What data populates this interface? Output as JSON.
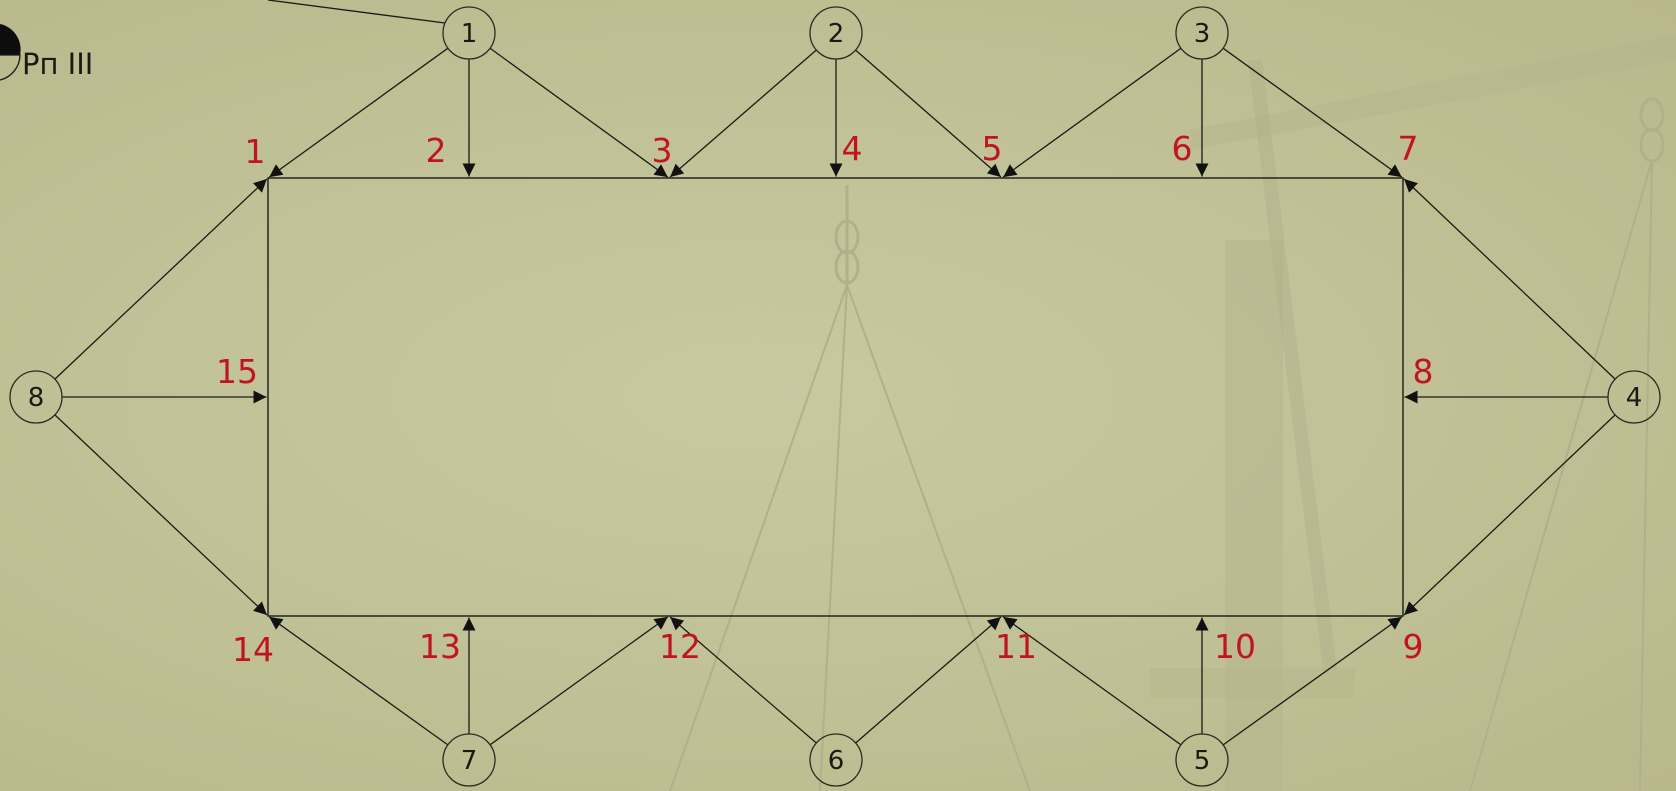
{
  "diagram": {
    "corner_label": "Pп III",
    "nodes": [
      {
        "id": "n1",
        "label": "1"
      },
      {
        "id": "n2",
        "label": "2"
      },
      {
        "id": "n3",
        "label": "3"
      },
      {
        "id": "n4",
        "label": "4"
      },
      {
        "id": "n5",
        "label": "5"
      },
      {
        "id": "n6",
        "label": "6"
      },
      {
        "id": "n7",
        "label": "7"
      },
      {
        "id": "n8",
        "label": "8"
      }
    ],
    "points": [
      {
        "id": "p1",
        "label": "1"
      },
      {
        "id": "p2",
        "label": "2"
      },
      {
        "id": "p3",
        "label": "3"
      },
      {
        "id": "p4",
        "label": "4"
      },
      {
        "id": "p5",
        "label": "5"
      },
      {
        "id": "p6",
        "label": "6"
      },
      {
        "id": "p7",
        "label": "7"
      },
      {
        "id": "p8",
        "label": "8"
      },
      {
        "id": "p9",
        "label": "9"
      },
      {
        "id": "p10",
        "label": "10"
      },
      {
        "id": "p11",
        "label": "11"
      },
      {
        "id": "p12",
        "label": "12"
      },
      {
        "id": "p13",
        "label": "13"
      },
      {
        "id": "p14",
        "label": "14"
      },
      {
        "id": "p15",
        "label": "15"
      }
    ],
    "edges": [
      {
        "from": "n1",
        "to": "p1"
      },
      {
        "from": "n1",
        "to": "p2"
      },
      {
        "from": "n1",
        "to": "p3"
      },
      {
        "from": "n2",
        "to": "p3"
      },
      {
        "from": "n2",
        "to": "p4"
      },
      {
        "from": "n2",
        "to": "p5"
      },
      {
        "from": "n3",
        "to": "p5"
      },
      {
        "from": "n3",
        "to": "p6"
      },
      {
        "from": "n3",
        "to": "p7"
      },
      {
        "from": "n4",
        "to": "p7"
      },
      {
        "from": "n4",
        "to": "p8"
      },
      {
        "from": "n4",
        "to": "p9"
      },
      {
        "from": "n5",
        "to": "p9"
      },
      {
        "from": "n5",
        "to": "p10"
      },
      {
        "from": "n5",
        "to": "p11"
      },
      {
        "from": "n6",
        "to": "p11"
      },
      {
        "from": "n6",
        "to": "p12"
      },
      {
        "from": "n7",
        "to": "p12"
      },
      {
        "from": "n7",
        "to": "p13"
      },
      {
        "from": "n7",
        "to": "p14"
      },
      {
        "from": "n8",
        "to": "p14"
      },
      {
        "from": "n8",
        "to": "p15"
      },
      {
        "from": "n8",
        "to": "p1"
      }
    ]
  }
}
